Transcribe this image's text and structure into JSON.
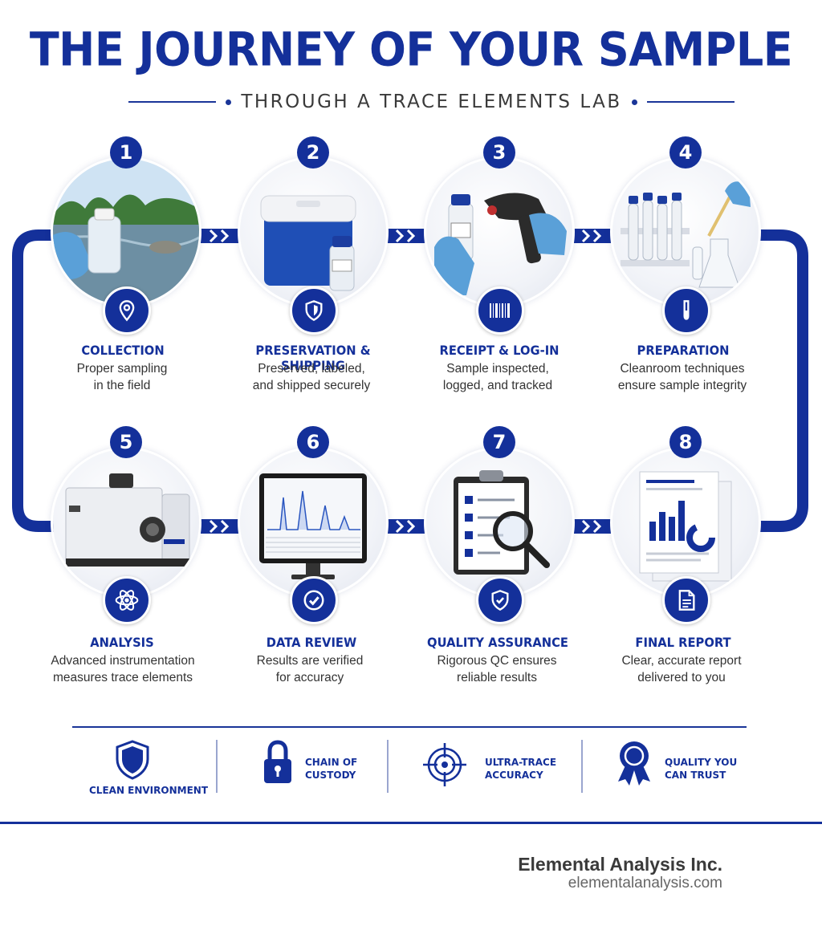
{
  "header": {
    "title": "THE JOURNEY OF YOUR SAMPLE",
    "subtitle": "THROUGH A TRACE ELEMENTS LAB"
  },
  "steps": [
    {
      "number": "1",
      "title": "COLLECTION",
      "desc": [
        "Proper sampling",
        "in the field"
      ],
      "icon": "location-pin-icon"
    },
    {
      "number": "2",
      "title": "PRESERVATION & SHIPPING",
      "desc": [
        "Preserved, labeled,",
        "and shipped securely"
      ],
      "icon": "shield-icon"
    },
    {
      "number": "3",
      "title": "RECEIPT & LOG-IN",
      "desc": [
        "Sample inspected,",
        "logged, and tracked"
      ],
      "icon": "barcode-icon"
    },
    {
      "number": "4",
      "title": "PREPARATION",
      "desc": [
        "Cleanroom techniques",
        "ensure sample integrity"
      ],
      "icon": "test-tube-icon"
    },
    {
      "number": "5",
      "title": "ANALYSIS",
      "desc": [
        "Advanced instrumentation",
        "measures trace elements"
      ],
      "icon": "atom-icon"
    },
    {
      "number": "6",
      "title": "DATA REVIEW",
      "desc": [
        "Results are verified",
        "for accuracy"
      ],
      "icon": "check-circle-icon"
    },
    {
      "number": "7",
      "title": "QUALITY ASSURANCE",
      "desc": [
        "Rigorous QC ensures",
        "reliable results"
      ],
      "icon": "shield-check-icon"
    },
    {
      "number": "8",
      "title": "FINAL REPORT",
      "desc": [
        "Clear, accurate report",
        "delivered to you"
      ],
      "icon": "document-icon"
    }
  ],
  "features": [
    {
      "label": [
        "CLEAN ENVIRONMENT"
      ],
      "icon": "shield-icon"
    },
    {
      "label": [
        "CHAIN OF",
        "CUSTODY"
      ],
      "icon": "padlock-icon"
    },
    {
      "label": [
        "ULTRA-TRACE",
        "ACCURACY"
      ],
      "icon": "target-icon"
    },
    {
      "label": [
        "QUALITY YOU",
        "CAN TRUST"
      ],
      "icon": "award-ribbon-icon"
    }
  ],
  "footer": {
    "company": "Elemental Analysis Inc.",
    "website": "elementalanalysis.com"
  },
  "colors": {
    "primary": "#14309a",
    "text": "#333333",
    "muted": "#666666"
  }
}
